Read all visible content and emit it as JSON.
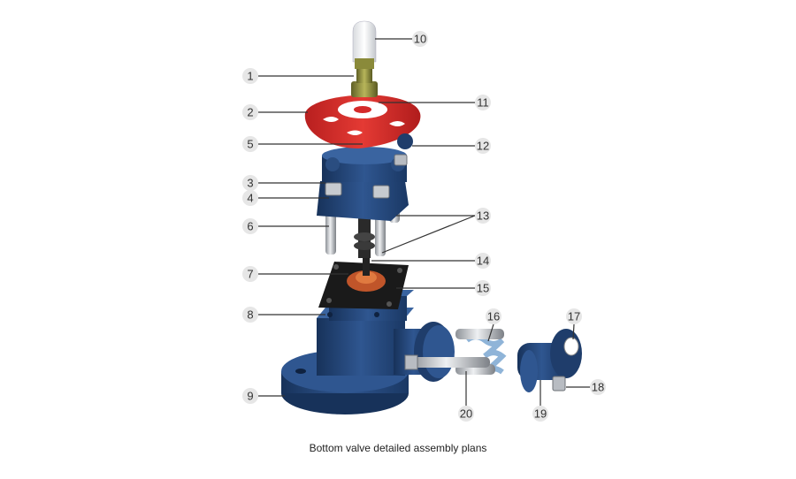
{
  "callouts": [
    {
      "id": "1",
      "label": "1"
    },
    {
      "id": "2",
      "label": "2"
    },
    {
      "id": "3",
      "label": "3"
    },
    {
      "id": "4",
      "label": "4"
    },
    {
      "id": "5",
      "label": "5"
    },
    {
      "id": "6",
      "label": "6"
    },
    {
      "id": "7",
      "label": "7"
    },
    {
      "id": "8",
      "label": "8"
    },
    {
      "id": "9",
      "label": "9"
    },
    {
      "id": "10",
      "label": "10"
    },
    {
      "id": "11",
      "label": "11"
    },
    {
      "id": "12",
      "label": "12"
    },
    {
      "id": "13",
      "label": "13"
    },
    {
      "id": "14",
      "label": "14"
    },
    {
      "id": "15",
      "label": "15"
    },
    {
      "id": "16",
      "label": "16"
    },
    {
      "id": "17",
      "label": "17"
    },
    {
      "id": "18",
      "label": "18"
    },
    {
      "id": "19",
      "label": "19"
    },
    {
      "id": "20",
      "label": "20"
    }
  ],
  "caption": "Bottom valve detailed assembly plans",
  "colors": {
    "body_blue": "#1f3d6b",
    "body_blue_light": "#2f5690",
    "handwheel_red": "#d42a2a",
    "brass": "#8a8a3a",
    "steel": "#b8bcc2",
    "gasket_black": "#1a1a1a",
    "seal_orange": "#c0552a",
    "callout_circle": "#e6e6e6",
    "leader_line": "#333333"
  }
}
